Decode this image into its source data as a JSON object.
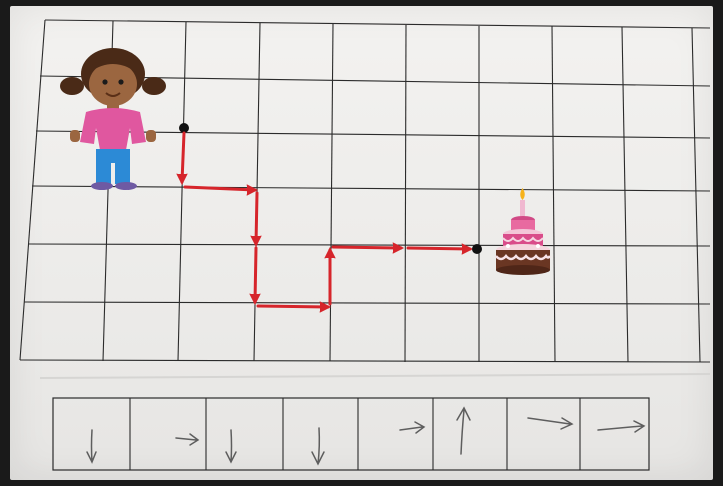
{
  "board": {
    "rows": 6,
    "cols": 9,
    "character": "girl-figure",
    "goal": "birthday-cake",
    "path_moves": [
      "down",
      "right",
      "down",
      "down",
      "right",
      "up",
      "right",
      "right"
    ]
  },
  "answer_row": {
    "cells": 8,
    "moves": [
      "down",
      "right",
      "down",
      "down",
      "right",
      "up",
      "right",
      "right"
    ]
  },
  "colors": {
    "path": "#d6252b",
    "grid_line": "#2b2b2b",
    "paper": "#f3f2f0"
  }
}
